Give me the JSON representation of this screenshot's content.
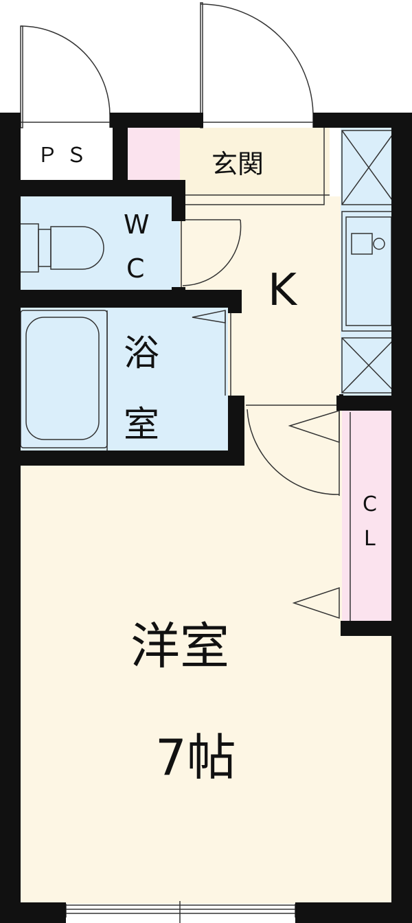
{
  "rooms": {
    "ps": "ＰＳ",
    "entrance": "玄関",
    "wc_line1": "W",
    "wc_line2": "C",
    "kitchen": "K",
    "bath_line1": "浴",
    "bath_line2": "室",
    "closet_line1": "C",
    "closet_line2": "L",
    "western_room": "洋室",
    "western_room_size": "7帖"
  },
  "colors": {
    "wall": "#111111",
    "floor_room": "#fdf6e4",
    "wet_area": "#daeefa",
    "storage": "#fbe3ee",
    "entrance_floor": "#fbf3dc"
  }
}
